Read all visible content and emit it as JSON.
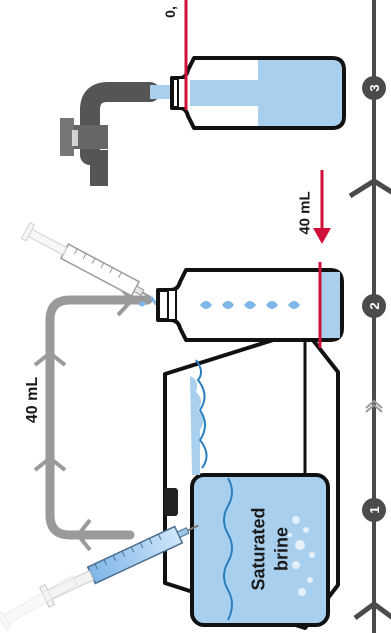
{
  "labels": {
    "volume_transfer": "40 mL",
    "volume_mark": "40 mL",
    "dilution_value": "0,",
    "brine_line1": "Saturated",
    "brine_line2": "brine"
  },
  "steps": [
    "1",
    "2",
    "3"
  ],
  "icons": [
    "brine-container-icon",
    "syringe-icon",
    "bottle-icon",
    "tap-icon",
    "arrow-icon"
  ],
  "colors": {
    "water": "#a9cfee",
    "water_dark": "#2a7fc1",
    "marker": "#d0103a",
    "flow_arrow": "#9a9a9a",
    "timeline": "#4b4b4b",
    "outline": "#111111"
  }
}
